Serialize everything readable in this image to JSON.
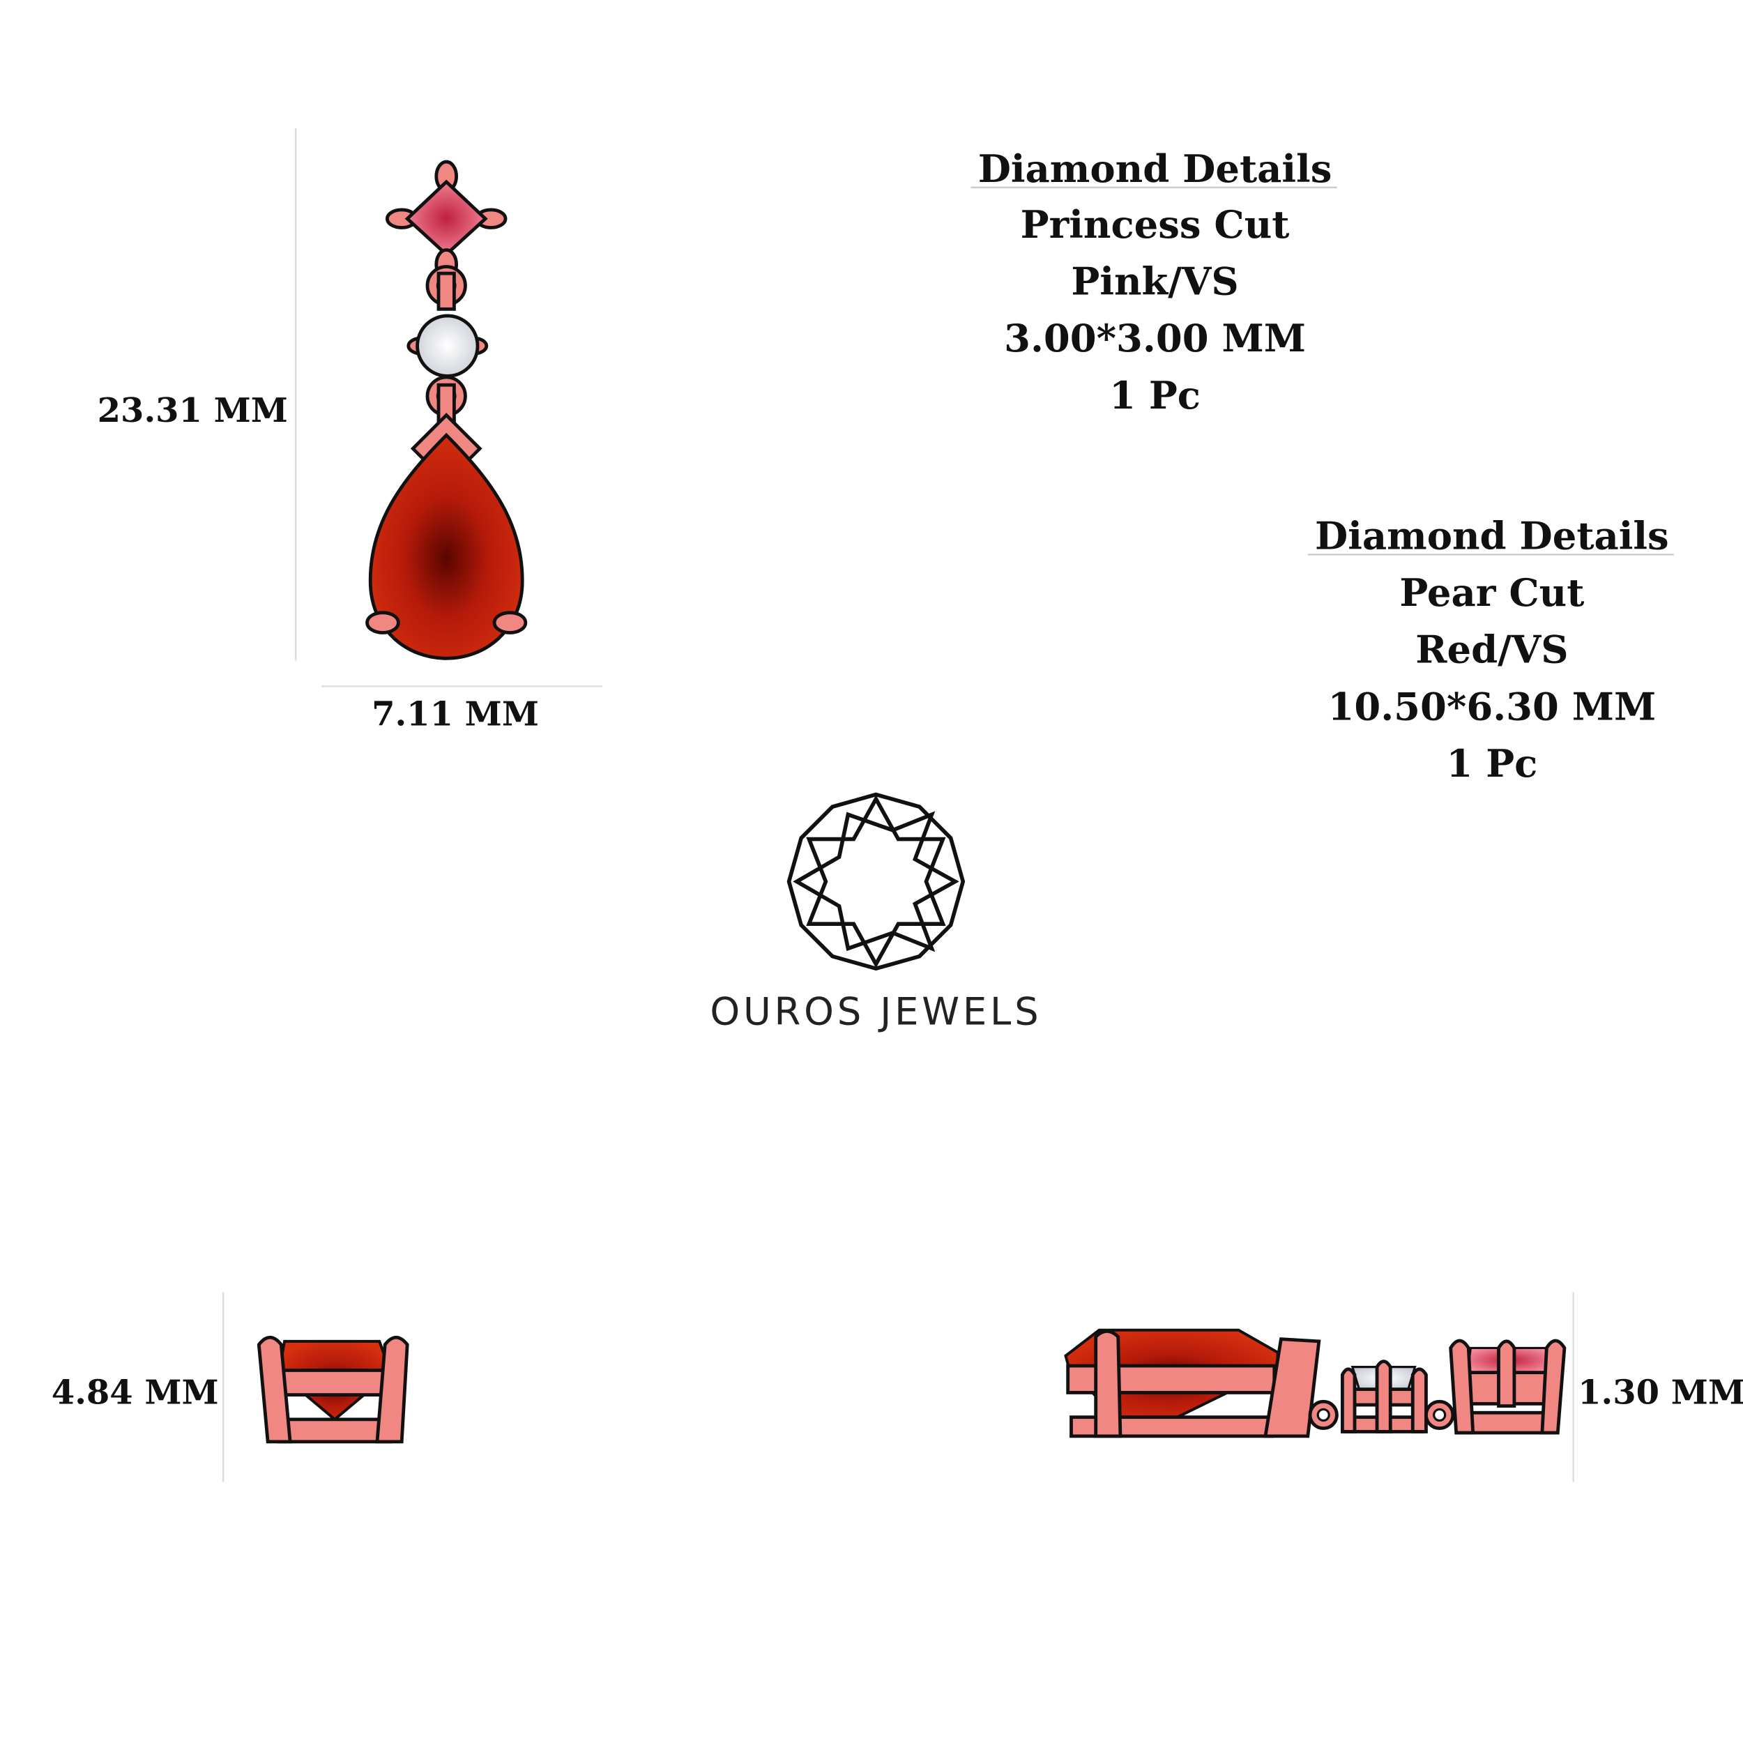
{
  "princess_details": {
    "heading": "Diamond Details",
    "cut": "Princess Cut",
    "color_clarity": "Pink/VS",
    "size": "3.00*3.00 MM",
    "quantity": "1 Pc"
  },
  "pear_details": {
    "heading": "Diamond Details",
    "cut": "Pear Cut",
    "color_clarity": "Red/VS",
    "size": "10.50*6.30 MM",
    "quantity": "1 Pc"
  },
  "dimensions": {
    "pendant_length": "23.31 MM",
    "pendant_width": "7.11 MM",
    "side_height": "4.84 MM",
    "profile_thickness": "1.30 MM"
  },
  "brand": {
    "name": "OUROS JEWELS"
  },
  "colors": {
    "metal": "#f08783",
    "ruby": "#c8200f",
    "pink": "#f0607a",
    "diamond": "#e8eaee"
  }
}
